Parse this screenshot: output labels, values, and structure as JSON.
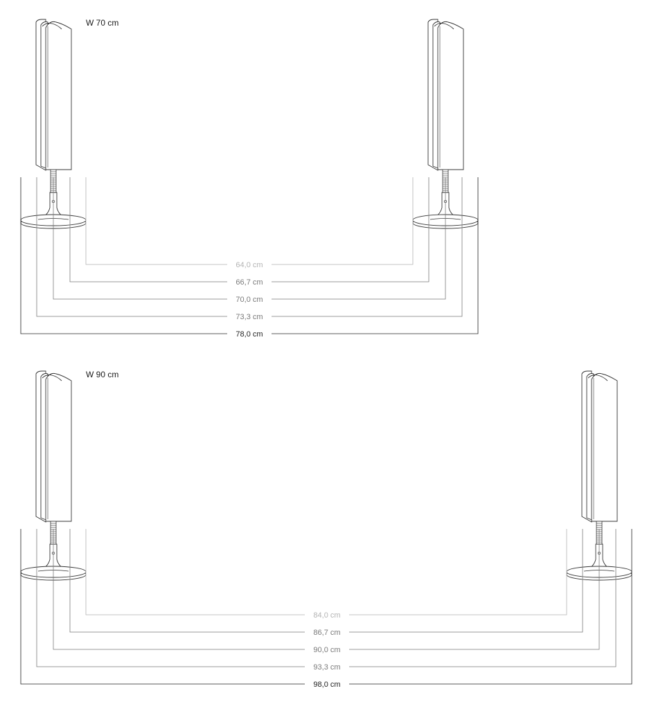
{
  "diagrams": [
    {
      "title": "W 70 cm",
      "dimensions": [
        {
          "label": "64,0 cm",
          "tone": "light"
        },
        {
          "label": "66,7 cm",
          "tone": "mid"
        },
        {
          "label": "70,0 cm",
          "tone": "mid"
        },
        {
          "label": "73,3 cm",
          "tone": "mid"
        },
        {
          "label": "78,0 cm",
          "tone": "dark"
        }
      ]
    },
    {
      "title": "W 90 cm",
      "dimensions": [
        {
          "label": "84,0 cm",
          "tone": "light"
        },
        {
          "label": "86,7 cm",
          "tone": "mid"
        },
        {
          "label": "90,0 cm",
          "tone": "mid"
        },
        {
          "label": "93,3 cm",
          "tone": "mid"
        },
        {
          "label": "98,0 cm",
          "tone": "dark"
        }
      ]
    }
  ],
  "colors": {
    "light": "#b4b4b4",
    "mid": "#7a7a7a",
    "dark": "#222222",
    "leg_stroke": "#333333"
  }
}
